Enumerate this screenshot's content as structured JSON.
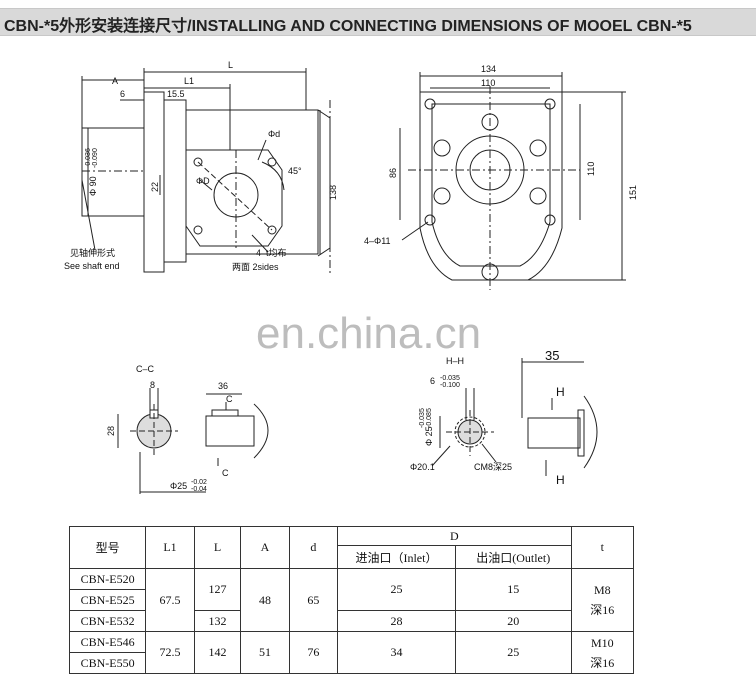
{
  "title": "CBN-*5外形安装连接尺寸/INSTALLING AND CONNECTING DIMENSIONS OF MOOEL CBN-*5",
  "watermark": "en.china.cn",
  "side_view": {
    "dims": {
      "A": "A",
      "L1": "L1",
      "L": "L",
      "six": "6",
      "fifteen_five": "15.5",
      "phi_d": "Φd",
      "phi_D": "ΦD",
      "angle": "45°",
      "twentytwo": "22",
      "height": "138",
      "phi90": "Φ 90",
      "phi90_tol_upper": "-0.036",
      "phi90_tol_lower": "-0.090",
      "holes": "4–t均布",
      "sides": "两面 2sides"
    },
    "note_cn": "见轴伸形式",
    "note_en": "See shaft end"
  },
  "front_view": {
    "dims": {
      "width_outer": "134",
      "width_inner": "110",
      "v86": "86",
      "v110": "110",
      "v151": "151",
      "holes": "4–Φ11"
    }
  },
  "section_cc": {
    "label": "C–C",
    "dims": {
      "eight": "8",
      "twentyeight": "28",
      "phi25": "Φ25",
      "tol_upper": "-0.02",
      "tol_lower": "-0.04",
      "thirtysix": "36",
      "c_top": "C",
      "c_bottom": "C"
    }
  },
  "section_hh": {
    "label": "H–H",
    "dims": {
      "six": "6",
      "six_tol_upper": "-0.035",
      "six_tol_lower": "-0.100",
      "phi25": "Φ 25",
      "phi25_tol_upper": "-0.035",
      "phi25_tol_lower": "-0.085",
      "phi201": "Φ20.1",
      "cm8": "CM8深25",
      "thirtyfive": "35",
      "h_top": "H",
      "h_bottom": "H"
    }
  },
  "table": {
    "headers": {
      "model": "型号",
      "L1": "L1",
      "L": "L",
      "A": "A",
      "d": "d",
      "D": "D",
      "t": "t"
    },
    "sub_headers": {
      "inlet": "进油口（Inlet）",
      "outlet": "出油口(Outlet)"
    },
    "models": [
      "CBN-E520",
      "CBN-E525",
      "CBN-E532",
      "CBN-E546",
      "CBN-E550"
    ],
    "group1": {
      "L1": "67.5",
      "L_a": "127",
      "L_b": "132",
      "A": "48",
      "d": "65",
      "inlet_a": "25",
      "outlet_a": "15",
      "inlet_b": "28",
      "outlet_b": "20",
      "t_1": "M8",
      "t_2": "深16"
    },
    "group2": {
      "L1": "72.5",
      "L": "142",
      "A": "51",
      "d": "76",
      "inlet": "34",
      "outlet": "25",
      "t_1": "M10",
      "t_2": "深16"
    }
  }
}
